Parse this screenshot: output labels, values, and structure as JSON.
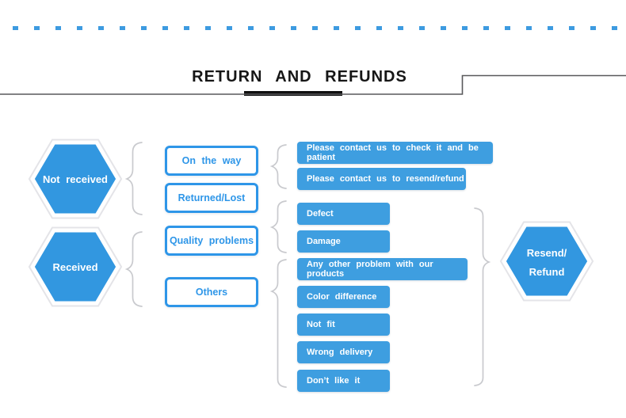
{
  "header": {
    "title": "RETURN AND REFUNDS"
  },
  "flow": {
    "status_nodes": [
      {
        "label": "Not received"
      },
      {
        "label": "Received"
      }
    ],
    "category_nodes": [
      {
        "label": "On the way"
      },
      {
        "label": "Returned/Lost"
      },
      {
        "label": "Quality problems"
      },
      {
        "label": "Others"
      }
    ],
    "detail_boxes": [
      {
        "label": "Please contact us to check it and be patient"
      },
      {
        "label": "Please contact us to resend/refund"
      },
      {
        "label": "Defect"
      },
      {
        "label": "Damage"
      },
      {
        "label": "Any other problem with our products"
      },
      {
        "label": "Color difference"
      },
      {
        "label": "Not fit"
      },
      {
        "label": "Wrong delivery"
      },
      {
        "label": "Don’t like it"
      }
    ],
    "result_node": {
      "line1": "Resend/",
      "line2": "Refund"
    }
  },
  "colors": {
    "detail_box_blue": "#3e9ee0",
    "hexagon_blue": "#3297e0",
    "outline_blue": "#2e96e8",
    "brace_gray": "#c9cace",
    "dotted_line_blue": "#3d9be0",
    "title_black": "#161616"
  }
}
